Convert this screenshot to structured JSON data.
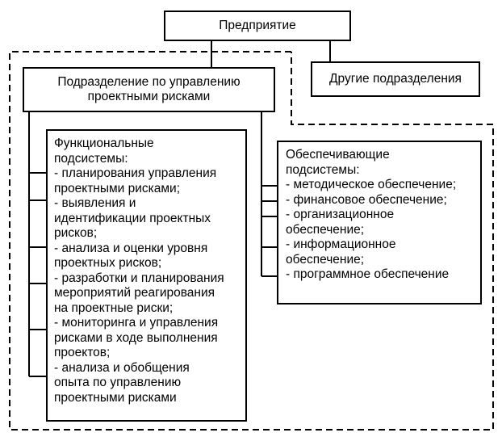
{
  "enterprise": {
    "label": "Предприятие"
  },
  "risk_division": {
    "label": "Подразделение по управлению\nпроектными рисками"
  },
  "other_divisions": {
    "label": "Другие подразделения"
  },
  "functional": {
    "heading": "Функциональные\nподсистемы:",
    "items": [
      "- планирования управления\nпроектными рисками;",
      "- выявления и\nидентификации проектных\nрисков;",
      "- анализа и оценки уровня\nпроектных рисков;",
      "- разработки и планирования\nмероприятий реагирования\nна проектные риски;",
      "- мониторинга и управления\nрисками в ходе выполнения\nпроектов;",
      "- анализа и обобщения\nопыта по управлению\nпроектными рисками"
    ]
  },
  "support": {
    "heading": "Обеспечивающие\nподсистемы:",
    "items": [
      "- методическое обеспечение;",
      "- финансовое обеспечение;",
      "- организационное\nобеспечение;",
      "- информационное\nобеспечение;",
      "- программное обеспечение"
    ]
  }
}
